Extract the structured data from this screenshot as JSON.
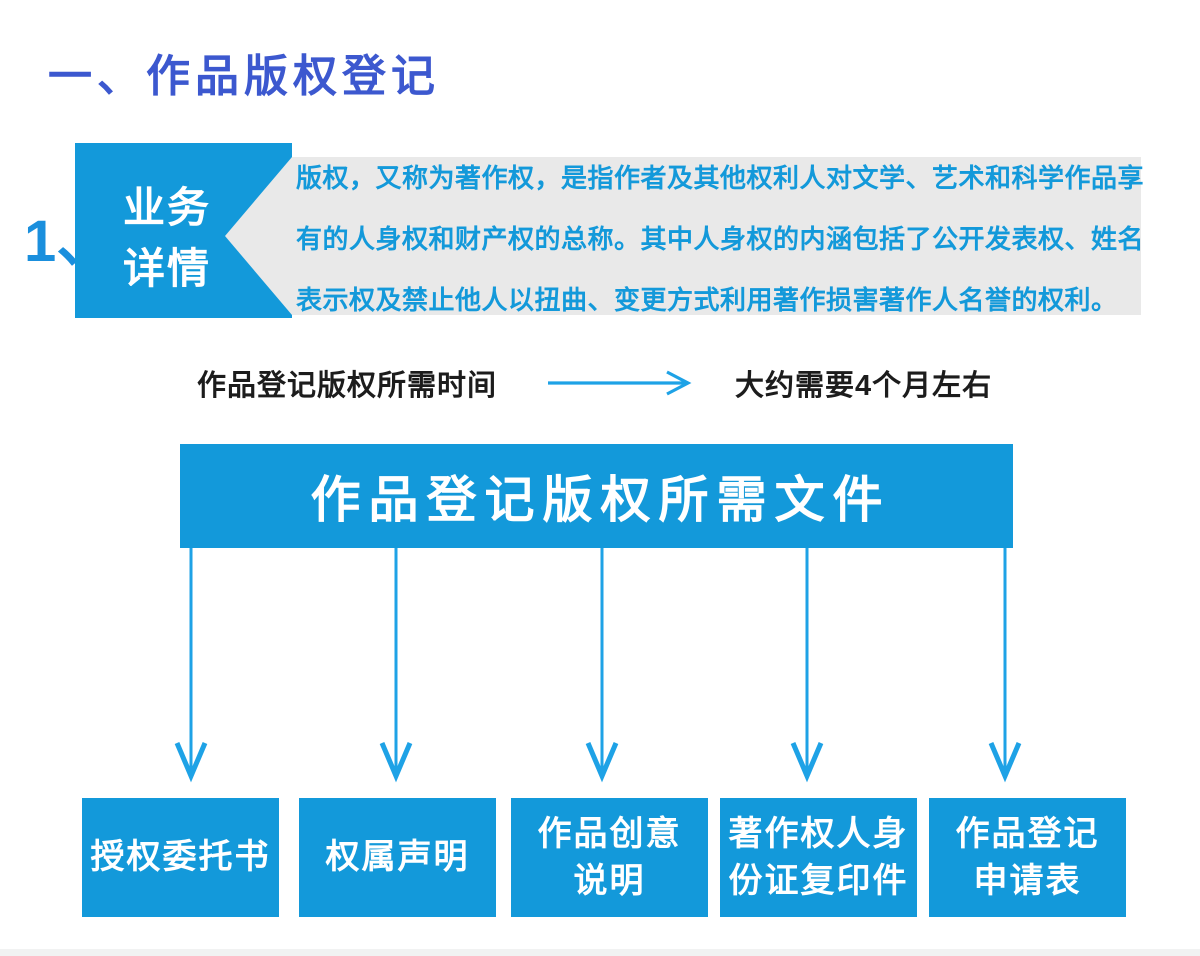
{
  "page": {
    "title": "一、作品版权登记",
    "item_number": "1、"
  },
  "detail_callout": {
    "label_line1": "业务",
    "label_line2": "详情",
    "paragraph_lines": [
      "版权，又称为著作权，是指作者及其他权利人对文学、艺术和科学作品享",
      "有的人身权和财产权的总称。其中人身权的内涵包括了公开发表权、姓名",
      "表示权及禁止他人以扭曲、变更方式利用著作损害著作人名誉的权利。"
    ]
  },
  "duration_row": {
    "label": "作品登记版权所需时间",
    "arrow_icon": "right-arrow",
    "value": "大约需要4个月左右"
  },
  "documents": {
    "banner": "作品登记版权所需文件",
    "items": [
      {
        "lines": [
          "授权委托书"
        ]
      },
      {
        "lines": [
          "权属声明"
        ]
      },
      {
        "lines": [
          "作品创意",
          "说明"
        ]
      },
      {
        "lines": [
          "著作权人身",
          "份证复印件"
        ]
      },
      {
        "lines": [
          "作品登记",
          "申请表"
        ]
      }
    ]
  },
  "colors": {
    "primary_blue": "#1399da",
    "arrow_blue": "#1ea2e6",
    "title_blue": "#3c58cf",
    "number_blue": "#1a8fdd",
    "panel_gray": "#e9e9e9",
    "text_dark": "#1c1c1c",
    "footer_gray": "#f1f2f2"
  }
}
